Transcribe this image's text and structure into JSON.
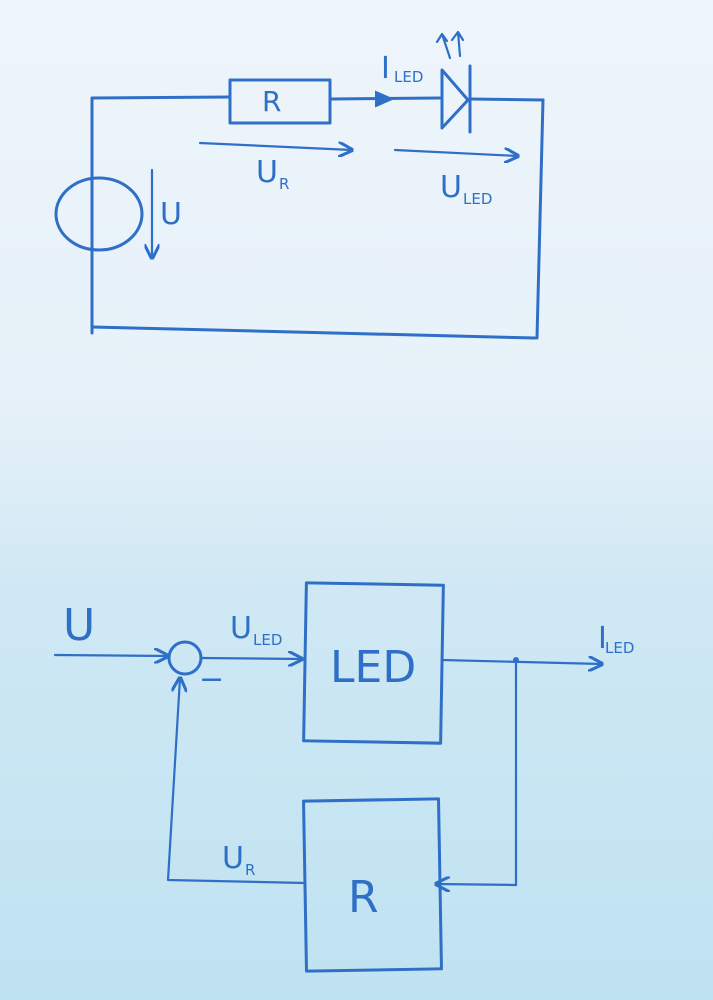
{
  "circuit": {
    "resistor_label": "R",
    "current_label": "I",
    "current_sub": "LED",
    "resistor_voltage_label": "U",
    "resistor_voltage_sub": "R",
    "led_voltage_label": "U",
    "led_voltage_sub": "LED",
    "source_voltage_label": "U"
  },
  "block_diagram": {
    "input_label": "U",
    "led_input_label": "U",
    "led_input_sub": "LED",
    "led_block_label": "LED",
    "output_label": "I",
    "output_sub": "LED",
    "feedback_label": "U",
    "feedback_sub": "R",
    "resistor_block_label": "R",
    "summing_sign": "−"
  },
  "colors": {
    "ink": "#2f6fc7",
    "paper_top": "#eef5fb",
    "paper_bottom": "#bfe2f1"
  }
}
